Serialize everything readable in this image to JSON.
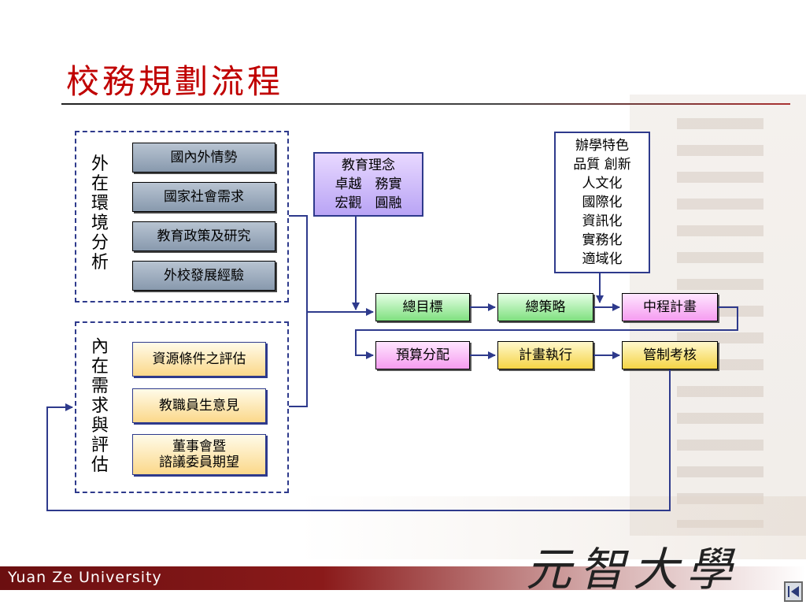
{
  "title": "校務規劃流程",
  "external": {
    "label": "外在環境分析",
    "items": [
      "國內外情勢",
      "國家社會需求",
      "教育政策及研究",
      "外校發展經驗"
    ]
  },
  "internal": {
    "label": "內在需求與評估",
    "items": [
      "資源條件之評估",
      "教職員生意見",
      "董事會暨\n諮議委員期望"
    ]
  },
  "philosophy": {
    "lines": [
      "教育理念",
      "卓越　務實",
      "宏觀　圓融"
    ]
  },
  "features": {
    "lines": [
      "辦學特色",
      "品質  創新",
      "人文化",
      "國際化",
      "資訊化",
      "實務化",
      "適域化"
    ]
  },
  "flow_row1": [
    "總目標",
    "總策略",
    "中程計畫"
  ],
  "flow_row2": [
    "預算分配",
    "計畫執行",
    "管制考核"
  ],
  "footer": {
    "university_en": "Yuan Ze University",
    "university_zh": "元智大學"
  }
}
